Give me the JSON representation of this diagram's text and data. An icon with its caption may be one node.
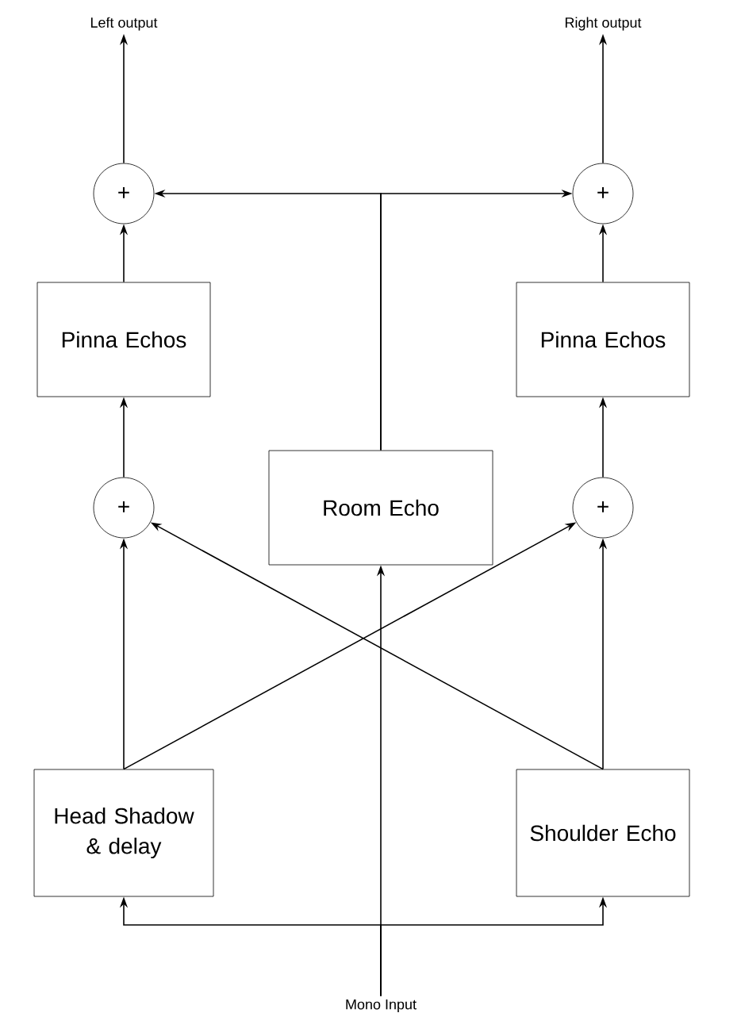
{
  "diagram": {
    "nodes": [
      {
        "text": [
          "Left output"
        ]
      },
      {
        "text": [
          "Right output"
        ]
      },
      {
        "text": [
          "+"
        ]
      },
      {
        "text": [
          "+"
        ]
      },
      {
        "text": [
          "Pinna Echos"
        ]
      },
      {
        "text": [
          "Pinna Echos"
        ]
      },
      {
        "text": [
          "+"
        ]
      },
      {
        "text": [
          "Room Echo"
        ]
      },
      {
        "text": [
          "+"
        ]
      },
      {
        "text": [
          "Head Shadow & delay"
        ]
      },
      {
        "text": [
          "Shoulder Echo"
        ]
      },
      {
        "text": [
          "Mono Input"
        ]
      }
    ],
    "edges": [
      {
        "from": 2,
        "to": 0,
        "arrow": "to"
      },
      {
        "from": 3,
        "to": 1,
        "arrow": "to"
      },
      {
        "from": 4,
        "to": 2,
        "arrow": "to"
      },
      {
        "from": 5,
        "to": 3,
        "arrow": "to"
      },
      {
        "from": 6,
        "to": 4,
        "arrow": "to"
      },
      {
        "from": 8,
        "to": 5,
        "arrow": "to"
      },
      {
        "from": 7,
        "to": 2,
        "arrow": "to"
      },
      {
        "from": 7,
        "to": 3,
        "arrow": "to"
      },
      {
        "from": 9,
        "to": 6,
        "arrow": "to"
      },
      {
        "from": 10,
        "to": 8,
        "arrow": "to"
      },
      {
        "from": 9,
        "to": 8,
        "arrow": "to"
      },
      {
        "from": 10,
        "to": 6,
        "arrow": "to"
      },
      {
        "from": 11,
        "to": 9,
        "arrow": "to"
      },
      {
        "from": 11,
        "to": 10,
        "arrow": "to"
      },
      {
        "from": 11,
        "to": 7,
        "arrow": "to"
      }
    ]
  }
}
